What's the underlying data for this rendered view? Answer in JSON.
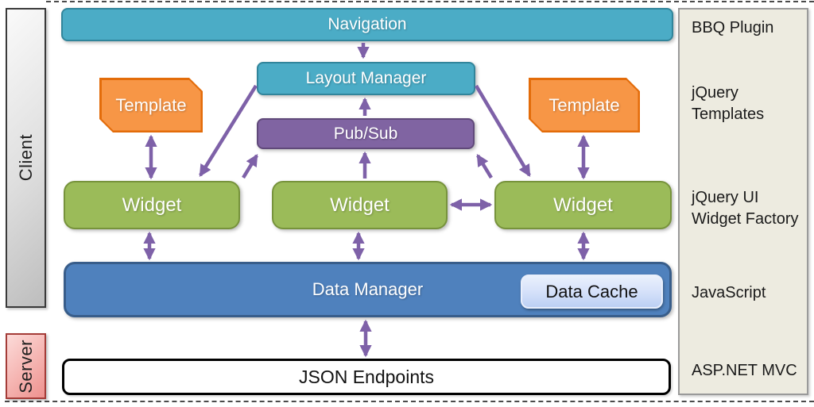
{
  "lanes": {
    "client": "Client",
    "server": "Server"
  },
  "nodes": {
    "navigation": "Navigation",
    "layout_manager": "Layout Manager",
    "pubsub": "Pub/Sub",
    "template_left": "Template",
    "template_right": "Template",
    "widget_left": "Widget",
    "widget_middle": "Widget",
    "widget_right": "Widget",
    "data_manager": "Data Manager",
    "data_cache": "Data Cache",
    "json_endpoints": "JSON Endpoints"
  },
  "sidebar": {
    "items": [
      {
        "label": "BBQ Plugin"
      },
      {
        "label": "jQuery\nTemplates"
      },
      {
        "label": "jQuery UI\nWidget Factory"
      },
      {
        "label": "JavaScript"
      },
      {
        "label": "ASP.NET MVC"
      }
    ]
  },
  "colors": {
    "teal": "#4BACC6",
    "teal_border": "#31859B",
    "green": "#9BBB59",
    "green_border": "#77933C",
    "orange": "#F79646",
    "orange_border": "#E36C0A",
    "purple": "#8064A2",
    "purple_border": "#60497A",
    "blue": "#4F81BD",
    "blue_border": "#385D8A",
    "arrow": "#7E61A8",
    "sidebar_bg": "#EDEBE0",
    "sidebar_border": "#9A9A9A"
  }
}
